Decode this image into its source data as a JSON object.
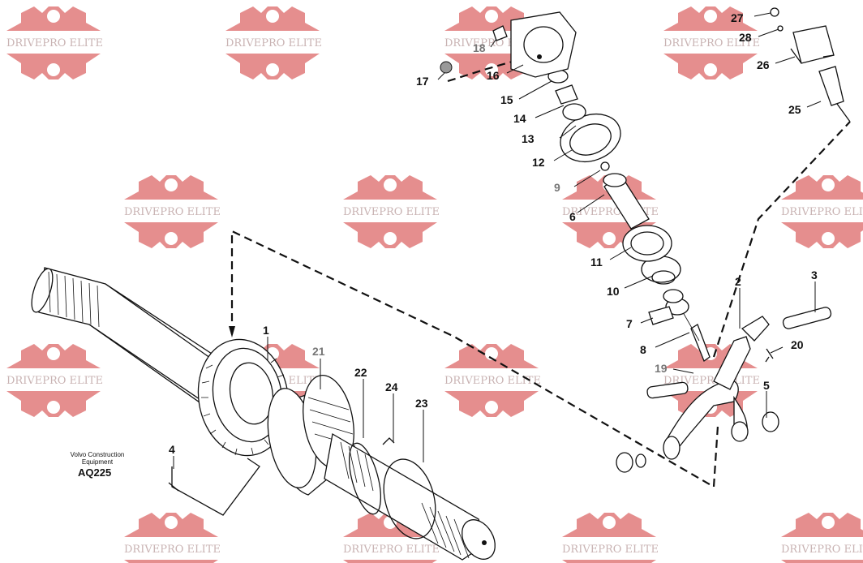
{
  "watermark": {
    "text": "DRIVEPRO ELITE",
    "color": "#e07a7a"
  },
  "caption": {
    "line1": "Volvo Construction",
    "line2": "Equipment",
    "code": "AQ225"
  },
  "callouts": {
    "p1": "1",
    "p2": "2",
    "p3": "3",
    "p4": "4",
    "p5": "5",
    "p6": "6",
    "p7": "7",
    "p8": "8",
    "p9": "9",
    "p10": "10",
    "p11": "11",
    "p12": "12",
    "p13": "13",
    "p14": "14",
    "p15": "15",
    "p16": "16",
    "p17": "17",
    "p18": "18",
    "p19": "19",
    "p20": "20",
    "p21": "21",
    "p22": "22",
    "p23": "23",
    "p24": "24",
    "p25": "25",
    "p26": "26",
    "p27": "27",
    "p28": "28"
  }
}
